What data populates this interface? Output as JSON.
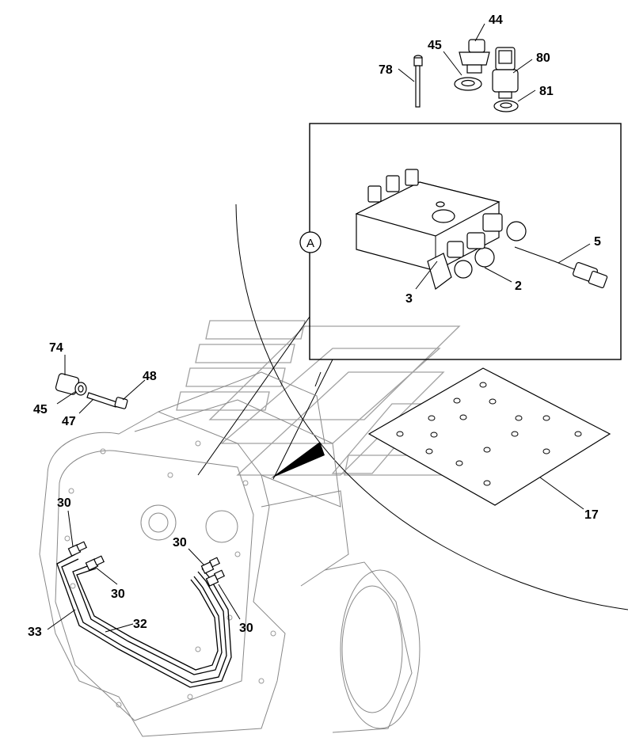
{
  "callouts": {
    "c44": "44",
    "c45a": "45",
    "c78": "78",
    "c80": "80",
    "c81": "81",
    "cA": "A",
    "c5": "5",
    "c3": "3",
    "c2": "2",
    "c74": "74",
    "c48": "48",
    "c45b": "45",
    "c47": "47",
    "c17": "17",
    "c30a": "30",
    "c30b": "30",
    "c30c": "30",
    "c30d": "30",
    "c33": "33",
    "c32": "32"
  }
}
